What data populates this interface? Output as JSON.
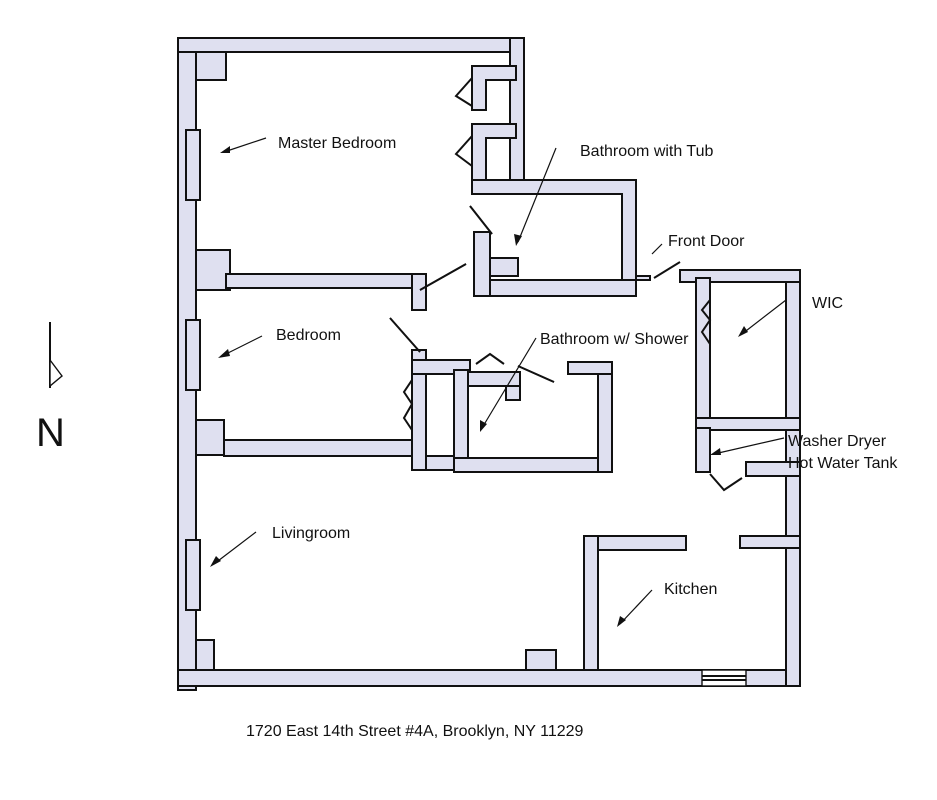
{
  "rooms": {
    "master_bedroom": "Master Bedroom",
    "bathroom_tub": "Bathroom with Tub",
    "front_door": "Front Door",
    "wic": "WIC",
    "bedroom": "Bedroom",
    "bathroom_shower": "Bathroom w/ Shower",
    "washer_dryer": "Washer Dryer",
    "hot_water_tank": "Hot Water Tank",
    "livingroom": "Livingroom",
    "kitchen": "Kitchen"
  },
  "compass": {
    "label": "N"
  },
  "address": "1720 East 14th Street #4A, Brooklyn, NY 11229",
  "colors": {
    "wall_fill": "#dfe0f0",
    "wall_stroke": "#111111"
  }
}
